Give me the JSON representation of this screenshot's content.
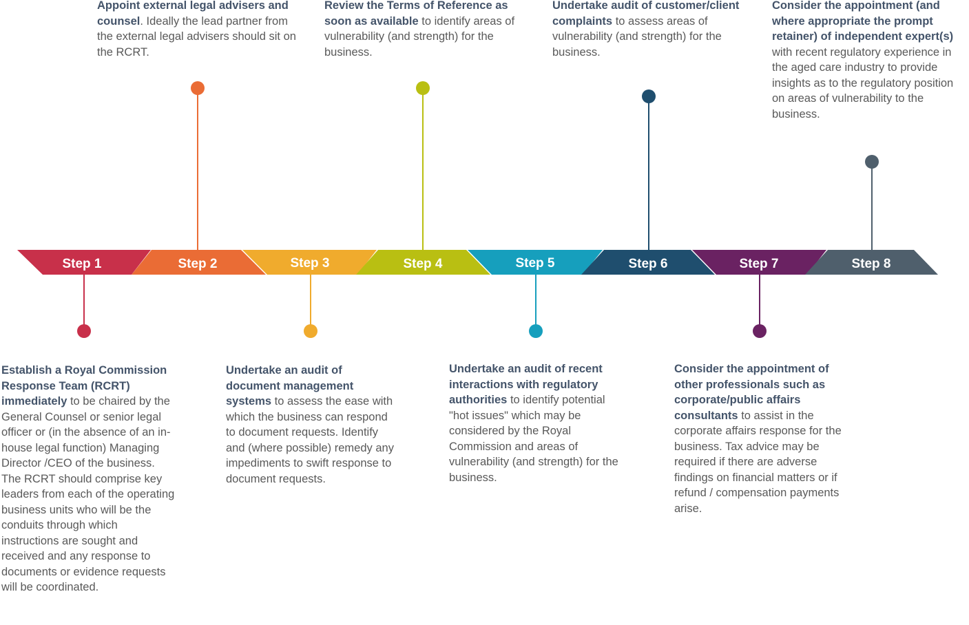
{
  "steps": [
    {
      "label": "Step 1",
      "color": "#c8304a",
      "position": "below",
      "bold_text": "Establish a Royal Commission Response Team (RCRT) immediately",
      "text": " to be chaired by the General Counsel or senior legal officer or (in the absence of an in-house legal function) Managing Director /CEO of the business. The RCRT should comprise key leaders from each of the operating business units who will be the conduits through which instructions are sought and received and any response to documents or evidence requests will be coordinated."
    },
    {
      "label": "Step 2",
      "color": "#ea6c35",
      "position": "above",
      "bold_text": "Appoint external legal advisers and counsel",
      "text": ".  Ideally the lead partner from the external legal advisers should sit on the RCRT."
    },
    {
      "label": "Step 3",
      "color": "#f0ab2d",
      "position": "below",
      "bold_text": "Undertake an audit of document management systems",
      "text": " to assess the ease with which the business can respond to document requests.  Identify and (where possible) remedy any impediments to swift response to document requests."
    },
    {
      "label": "Step 4",
      "color": "#b9bf12",
      "position": "above",
      "bold_text": "Review the Terms of Reference as soon as available",
      "text": " to identify areas of vulnerability (and strength) for the business."
    },
    {
      "label": "Step 5",
      "color": "#169fbd",
      "position": "below",
      "bold_text": "Undertake an audit of recent interactions with regulatory authorities",
      "text": " to identify potential \"hot issues\" which may be considered by the Royal Commission and areas of vulnerability (and strength) for the business."
    },
    {
      "label": "Step 6",
      "color": "#1f4e6e",
      "position": "above",
      "bold_text": "Undertake audit of customer/client complaints",
      "text": " to assess areas of vulnerability (and strength) for the business."
    },
    {
      "label": "Step 7",
      "color": "#6a2262",
      "position": "below",
      "bold_text": "Consider the appointment of other professionals such as corporate/public affairs consultants",
      "text": " to assist in the corporate affairs response for the business.  Tax advice may be required if there are adverse findings on financial matters or if refund / compensation payments arise."
    },
    {
      "label": "Step 8",
      "color": "#4f5f6c",
      "position": "above",
      "bold_text": "Consider the appointment (and where appropriate the prompt retainer) of independent expert(s)",
      "text": " with recent regulatory experience in the aged care industry to provide insights as to the regulatory position on areas of vulnerability to the business."
    }
  ]
}
